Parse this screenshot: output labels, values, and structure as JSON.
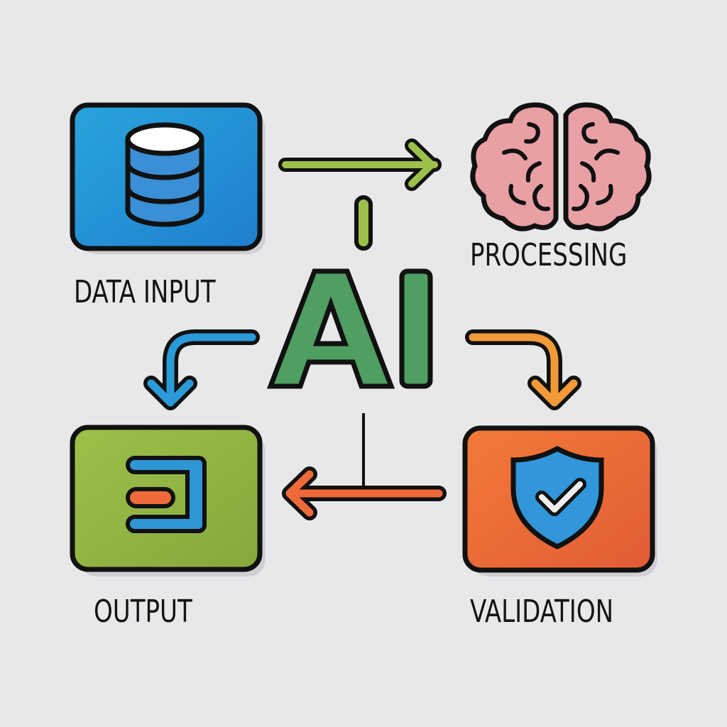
{
  "diagram": {
    "title": "AI",
    "nodes": [
      {
        "id": "data-input",
        "label": "DATA INPUT",
        "icon": "database-icon",
        "color": "#2a9ad8"
      },
      {
        "id": "processing",
        "label": "PROCESSING",
        "icon": "brain-icon",
        "color": "#e8a0a4"
      },
      {
        "id": "validation",
        "label": "VALIDATION",
        "icon": "shield-check-icon",
        "color": "#f07538"
      },
      {
        "id": "output",
        "label": "OUTPUT",
        "icon": "output-bracket-icon",
        "color": "#9cc04a"
      }
    ],
    "edges": [
      {
        "from": "data-input",
        "to": "processing",
        "color": "#9cc04a"
      },
      {
        "from": "processing",
        "to": "validation",
        "color": "#f29a38"
      },
      {
        "from": "validation",
        "to": "output",
        "color": "#ee6a3a"
      },
      {
        "from": "output",
        "to": "data-input",
        "color": "#2a9ad8",
        "note": "curved arrow from center pointing down-left to output"
      }
    ],
    "center": {
      "label": "AI",
      "color": "#4f9e62"
    },
    "background": "#e6e8ea"
  }
}
